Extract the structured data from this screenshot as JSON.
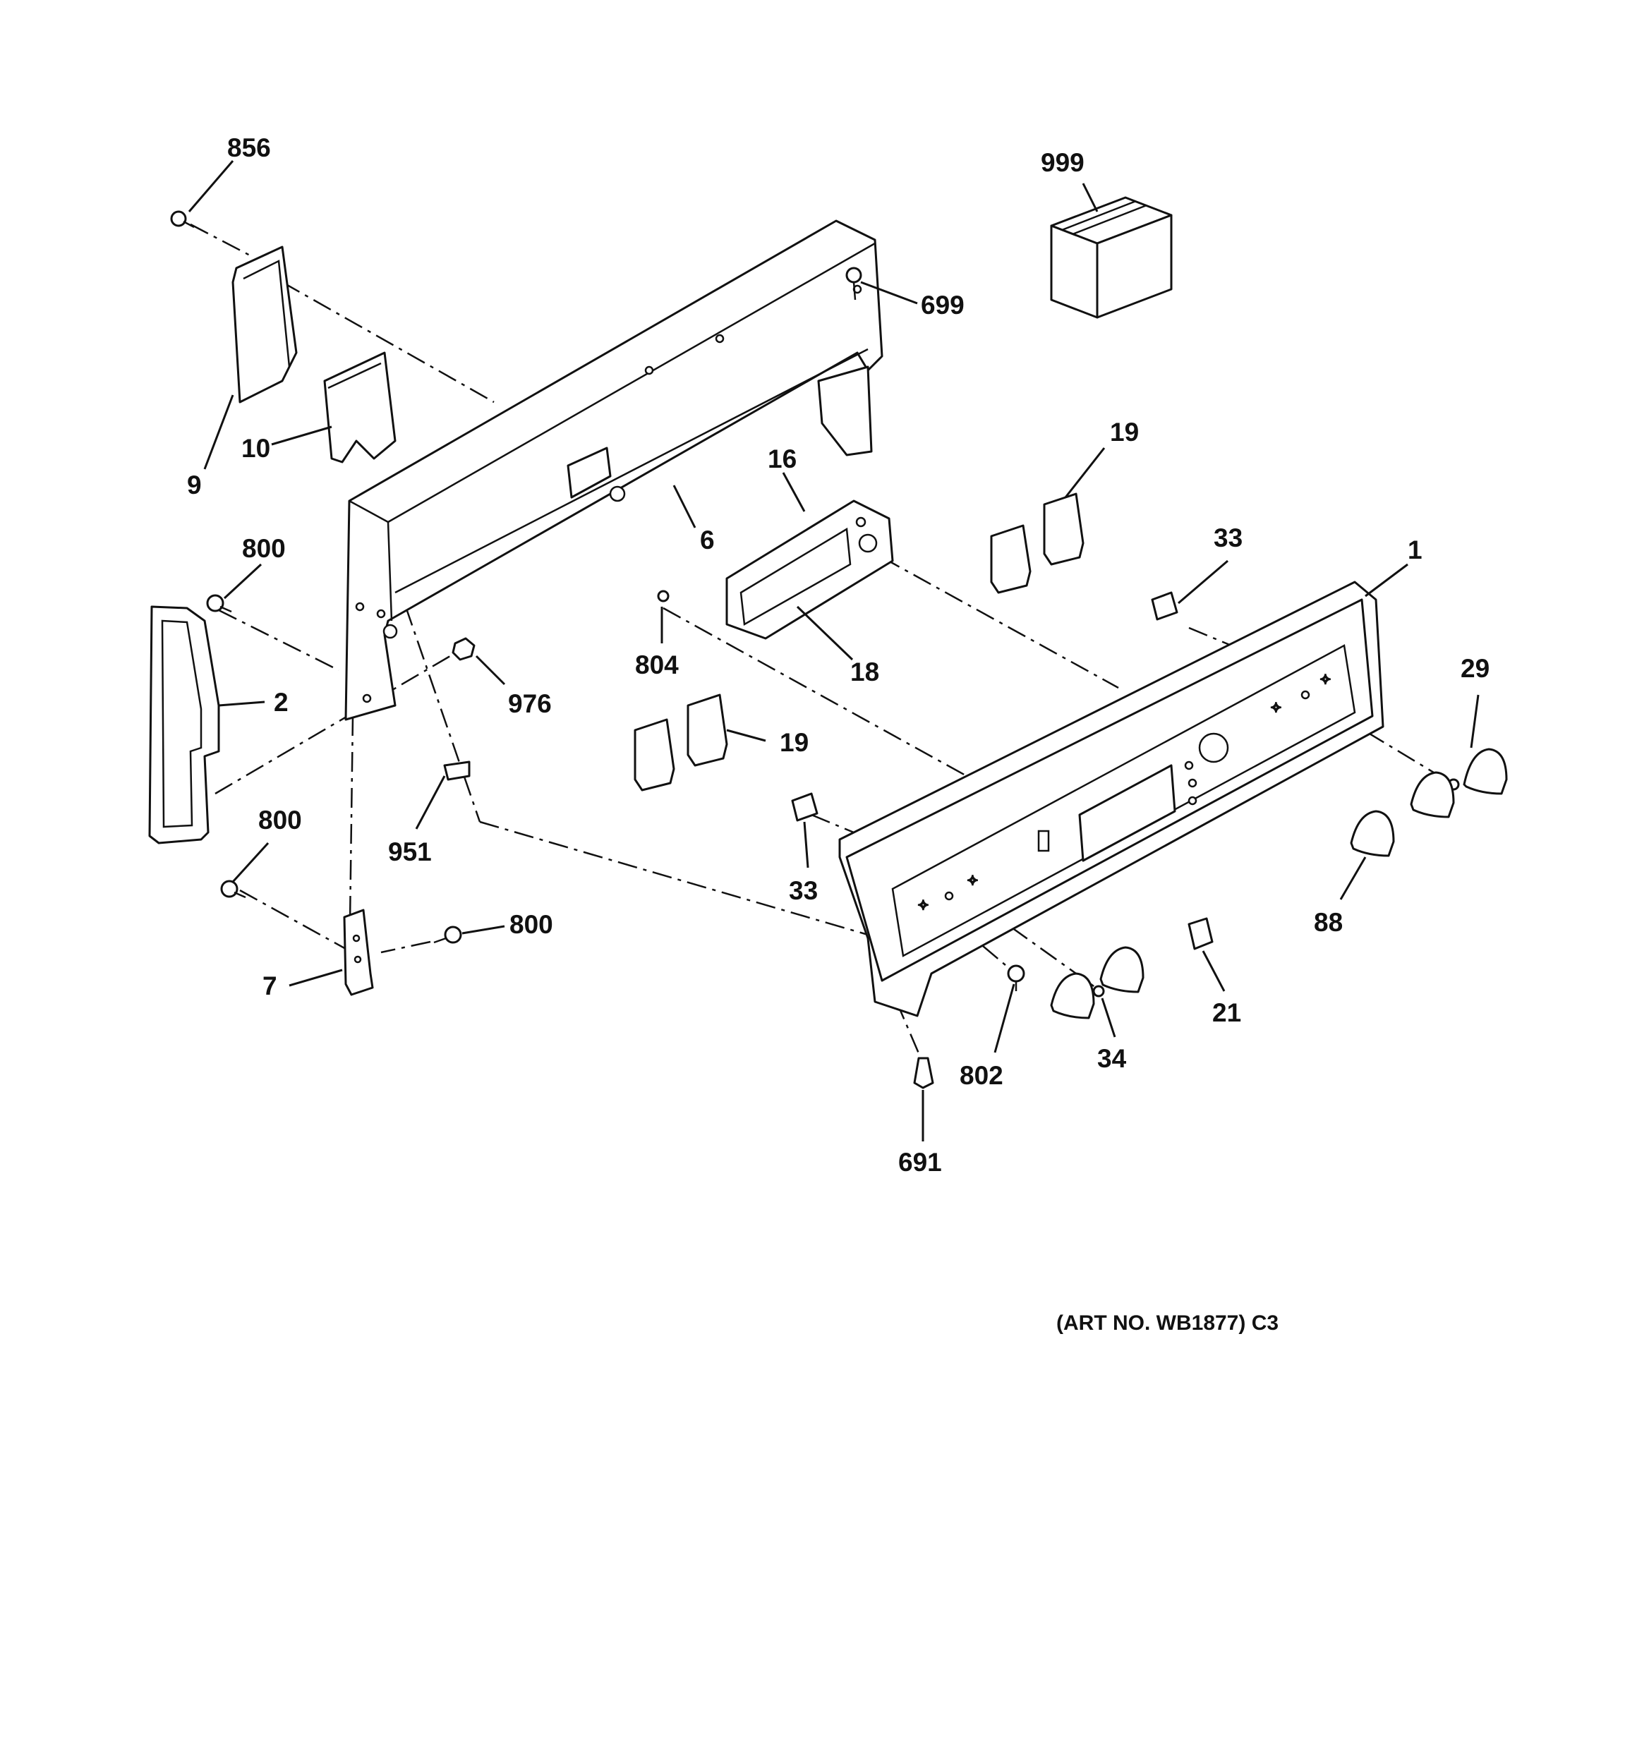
{
  "callouts": {
    "c856": "856",
    "c999": "999",
    "c699": "699",
    "c19a": "19",
    "c10": "10",
    "c9": "9",
    "c16": "16",
    "c6": "6",
    "c33a": "33",
    "c1": "1",
    "c800a": "800",
    "c804": "804",
    "c18": "18",
    "c29": "29",
    "c2": "2",
    "c976": "976",
    "c19b": "19",
    "c951": "951",
    "c800b": "800",
    "c33b": "33",
    "c88": "88",
    "c800c": "800",
    "c7": "7",
    "c21": "21",
    "c802": "802",
    "c34": "34",
    "c691": "691"
  },
  "caption": "(ART NO. WB1877) C3"
}
